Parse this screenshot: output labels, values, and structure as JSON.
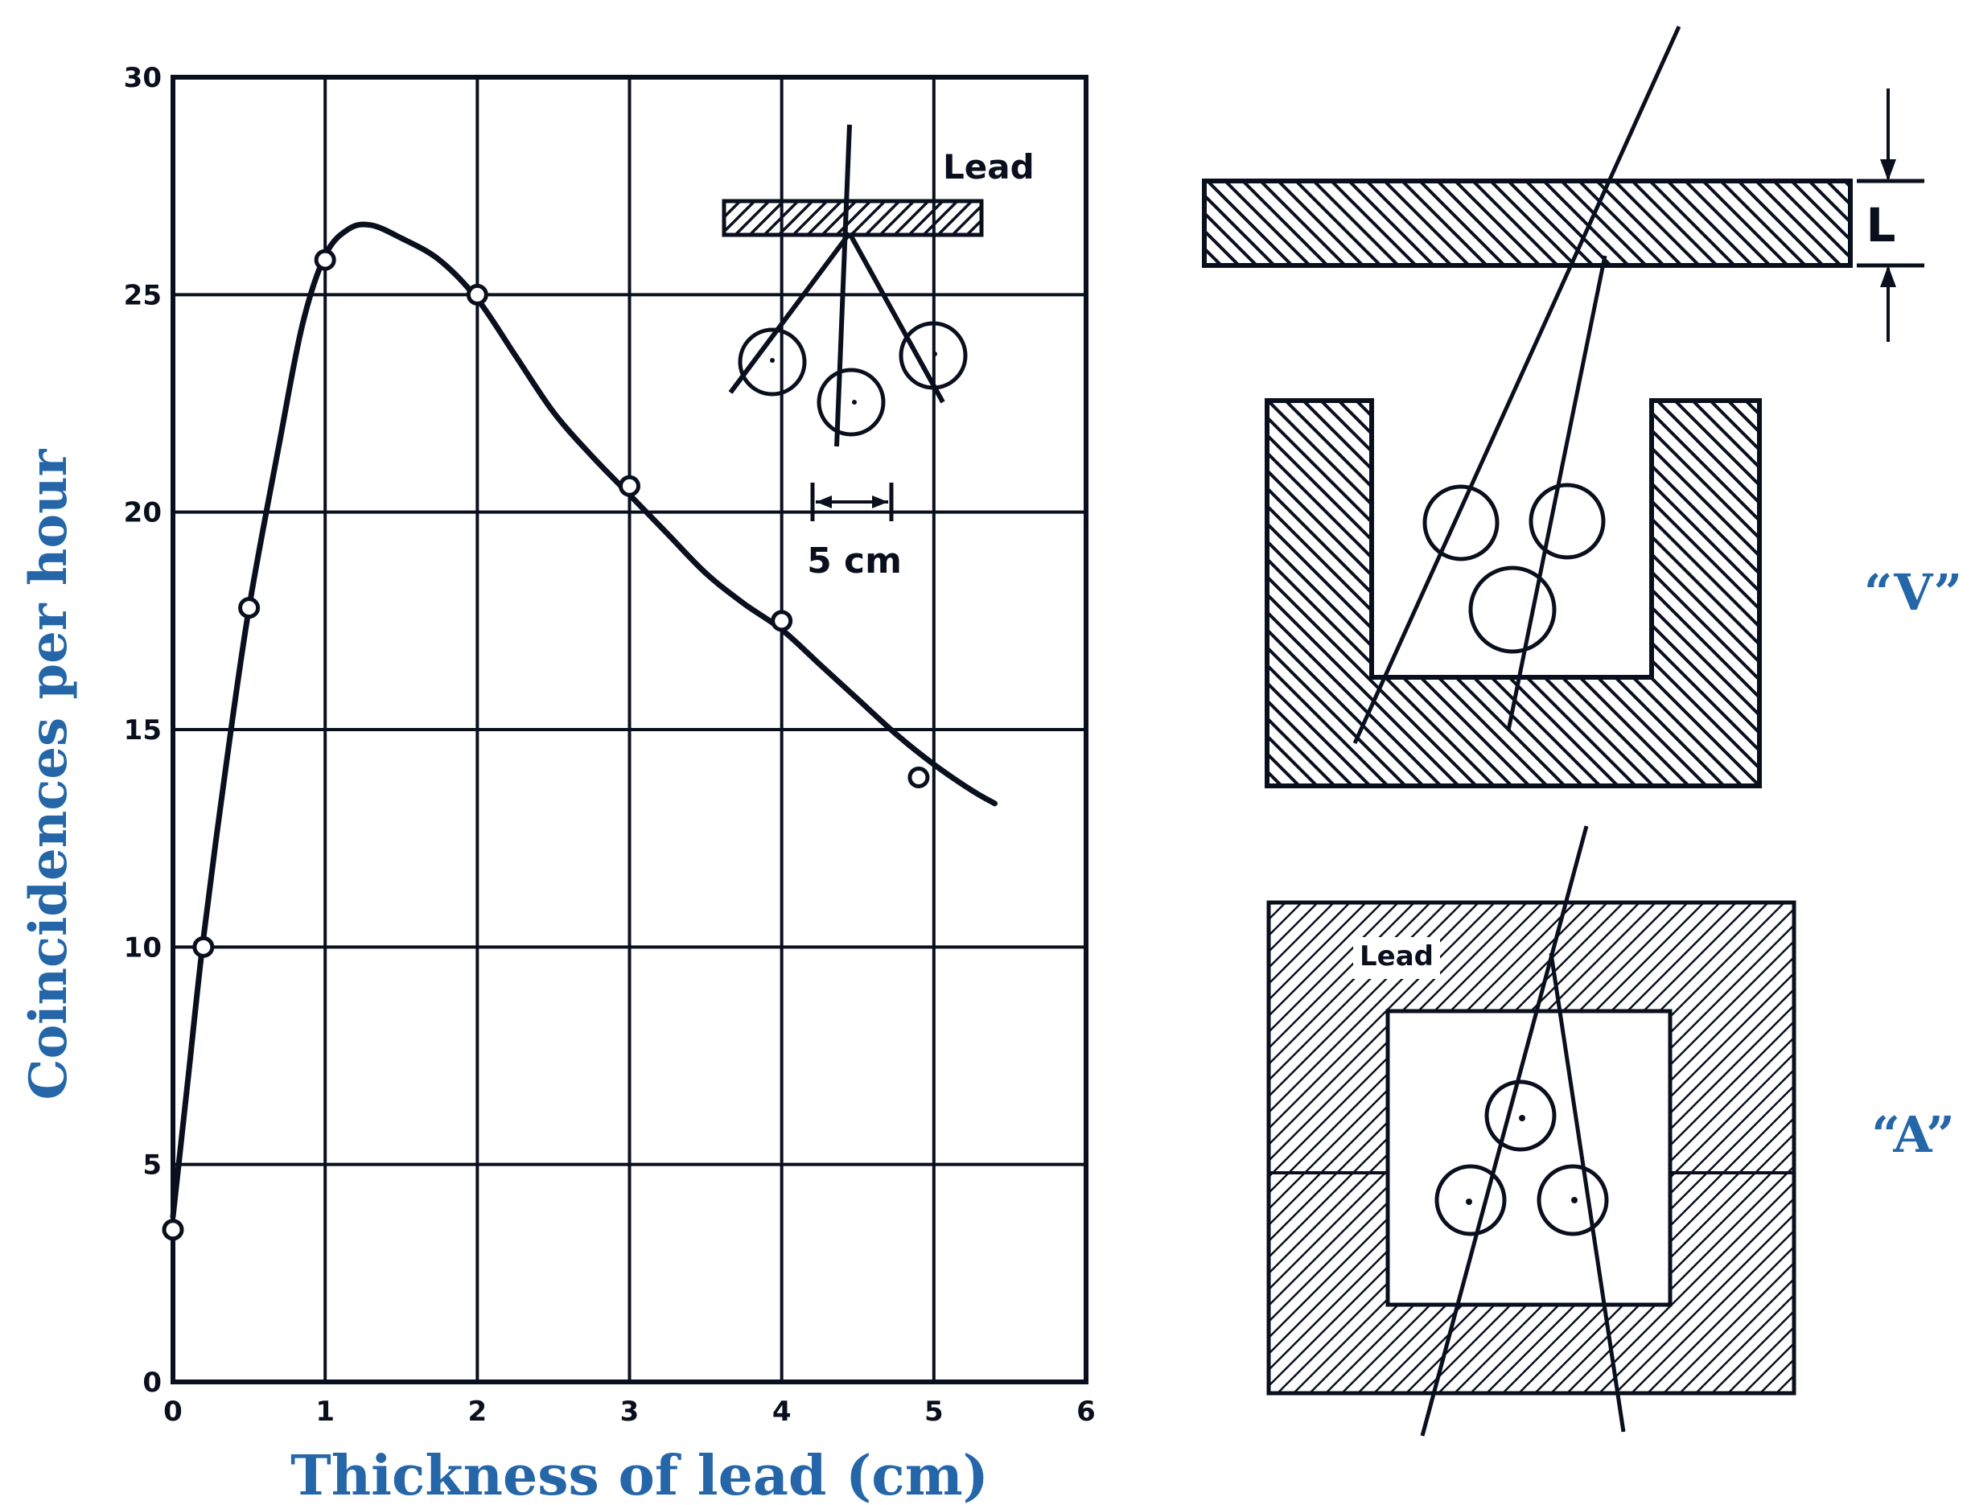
{
  "chart_data": {
    "type": "line",
    "title": "",
    "xlabel": "Thickness of lead (cm)",
    "ylabel": "Coincidences per hour",
    "xlim": [
      0,
      6
    ],
    "ylim": [
      0,
      30
    ],
    "x_ticks": [
      "0",
      "1",
      "2",
      "3",
      "4",
      "5",
      "6"
    ],
    "y_ticks": [
      "0",
      "5",
      "10",
      "15",
      "20",
      "25",
      "30"
    ],
    "grid": true,
    "legend": "none",
    "series": [
      {
        "kind": "measured points",
        "x": [
          0.0,
          0.2,
          0.5,
          1.0,
          2.0,
          3.0,
          4.0,
          4.9
        ],
        "y": [
          3.5,
          10.0,
          17.8,
          25.8,
          25.0,
          20.6,
          17.5,
          13.9
        ]
      },
      {
        "kind": "fitted curve",
        "x": [
          0.0,
          0.1,
          0.2,
          0.35,
          0.5,
          0.7,
          0.85,
          1.0,
          1.15,
          1.3,
          1.5,
          1.75,
          2.0,
          2.25,
          2.5,
          2.75,
          3.0,
          3.25,
          3.5,
          3.75,
          4.0,
          4.25,
          4.5,
          4.75,
          5.0,
          5.25,
          5.4
        ],
        "y": [
          3.8,
          7.0,
          10.2,
          14.2,
          17.8,
          21.6,
          24.3,
          25.9,
          26.5,
          26.6,
          26.3,
          25.8,
          24.9,
          23.6,
          22.3,
          21.3,
          20.4,
          19.5,
          18.6,
          17.9,
          17.3,
          16.5,
          15.7,
          14.9,
          14.2,
          13.6,
          13.3
        ]
      }
    ],
    "colors": {
      "ink": "#0a0f1e",
      "label": "#2566a8"
    }
  },
  "inset": {
    "lead_label": "Lead",
    "scale_label": "5 cm"
  },
  "diagrams": {
    "slab_thickness_label": "L",
    "v_label": "“V”",
    "a_label": "“A”",
    "a_lead_label": "Lead"
  }
}
